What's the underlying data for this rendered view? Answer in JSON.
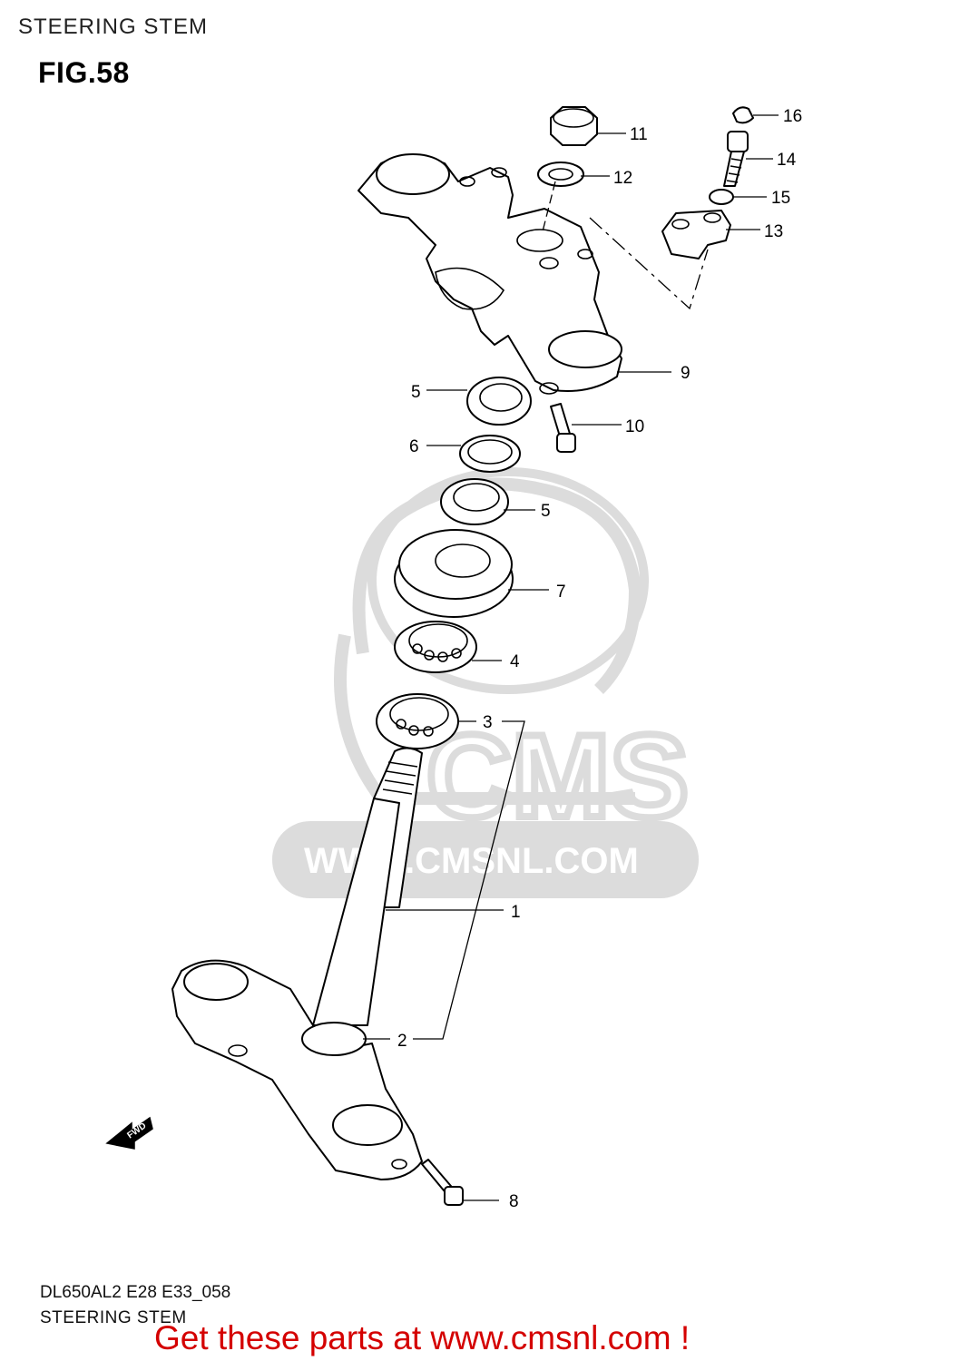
{
  "page": {
    "header": "STEERING STEM",
    "figure_label": "FIG.58"
  },
  "parts": [
    {
      "number": "1"
    },
    {
      "number": "2"
    },
    {
      "number": "3"
    },
    {
      "number": "4"
    },
    {
      "number": "5"
    },
    {
      "number": "5"
    },
    {
      "number": "6"
    },
    {
      "number": "7"
    },
    {
      "number": "8"
    },
    {
      "number": "9"
    },
    {
      "number": "10"
    },
    {
      "number": "11"
    },
    {
      "number": "12"
    },
    {
      "number": "13"
    },
    {
      "number": "14"
    },
    {
      "number": "15"
    },
    {
      "number": "16"
    }
  ],
  "direction_indicator": "FWD",
  "watermark": {
    "brand": "CMS",
    "url": "WWW.CMSNL.COM"
  },
  "footer": {
    "model_code": "DL650AL2 E28 E33_058",
    "title": "STEERING STEM",
    "promo_text": "Get these parts at www.cmsnl.com !"
  },
  "colors": {
    "promo": "#d40000",
    "watermark": "#dcdcdc",
    "line_art": "#000000"
  }
}
